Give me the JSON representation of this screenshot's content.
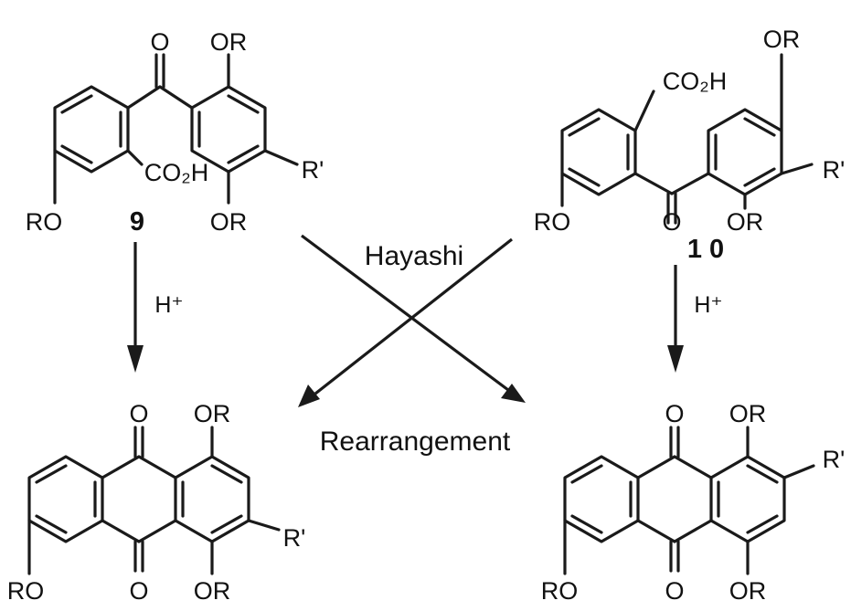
{
  "labels": {
    "hayashi": "Hayashi",
    "rearrangement": "Rearrangement",
    "reagent_left": "H⁺",
    "reagent_right": "H⁺"
  },
  "compounds": {
    "c9": {
      "number": "9",
      "ketone_o": "O",
      "top_or": "OR",
      "r_prime": "R'",
      "co2h": "CO₂H",
      "ro": "RO",
      "bottom_or": "OR"
    },
    "c10": {
      "number": "1 0",
      "top_or": "OR",
      "co2h": "CO₂H",
      "r_prime": "R'",
      "ro": "RO",
      "ketone_o": "O",
      "bottom_or": "OR"
    },
    "aq_left": {
      "top_o": "O",
      "top_or": "OR",
      "r_prime": "R'",
      "ro": "RO",
      "bottom_o": "O",
      "bottom_or": "OR"
    },
    "aq_right": {
      "top_o": "O",
      "top_or": "OR",
      "r_prime": "R'",
      "ro": "RO",
      "bottom_o": "O",
      "bottom_or": "OR"
    }
  }
}
